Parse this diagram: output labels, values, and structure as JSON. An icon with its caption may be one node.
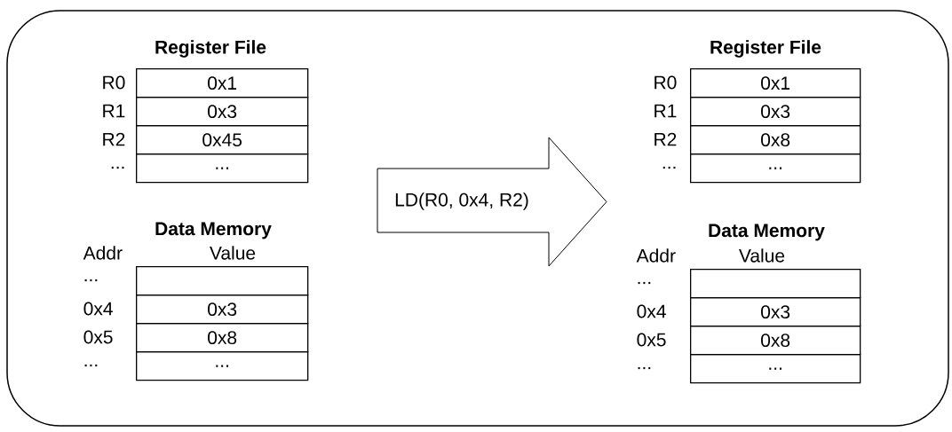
{
  "diagram": {
    "nodes": [
      {
        "text": [],
        "shape": "box"
      },
      {
        "text": [
          "Register File"
        ],
        "in": 0
      },
      {
        "text": [
          "0x1"
        ],
        "in": 1,
        "beside": [
          "R0"
        ]
      },
      {
        "text": [
          "0x3"
        ],
        "in": 1,
        "beside": [
          "R1"
        ]
      },
      {
        "text": [
          "0x45"
        ],
        "in": 1,
        "beside": [
          "R2"
        ]
      },
      {
        "text": [
          "..."
        ],
        "in": 1,
        "beside": [
          "..."
        ]
      },
      {
        "text": [
          "Data Memory",
          "Addr",
          "Value"
        ],
        "in": 0
      },
      {
        "text": [],
        "in": 6,
        "shape": "box",
        "beside": [
          "..."
        ]
      },
      {
        "text": [
          "0x3"
        ],
        "in": 6,
        "beside": [
          "0x4"
        ]
      },
      {
        "text": [
          "0x8"
        ],
        "in": 6,
        "beside": [
          "0x5"
        ]
      },
      {
        "text": [
          "..."
        ],
        "in": 6,
        "beside": [
          "..."
        ]
      },
      {
        "text": [
          "LD(R0, 0x4, R2)"
        ],
        "in": 0
      },
      {
        "text": [
          "Register File"
        ],
        "in": 0
      },
      {
        "text": [
          "0x1"
        ],
        "in": 12,
        "beside": [
          "R0"
        ]
      },
      {
        "text": [
          "0x3"
        ],
        "in": 12,
        "beside": [
          "R1"
        ]
      },
      {
        "text": [
          "0x8"
        ],
        "in": 12,
        "beside": [
          "R2"
        ]
      },
      {
        "text": [
          "..."
        ],
        "in": 12,
        "beside": [
          "..."
        ]
      },
      {
        "text": [
          "Data Memory",
          "Addr",
          "Value"
        ],
        "in": 0
      },
      {
        "text": [],
        "in": 17,
        "shape": "box",
        "beside": [
          "..."
        ]
      },
      {
        "text": [
          "0x3"
        ],
        "in": 17,
        "beside": [
          "0x4"
        ]
      },
      {
        "text": [
          "0x8"
        ],
        "in": 17,
        "beside": [
          "0x5"
        ]
      },
      {
        "text": [
          "..."
        ],
        "in": 17,
        "beside": [
          "..."
        ]
      }
    ]
  }
}
